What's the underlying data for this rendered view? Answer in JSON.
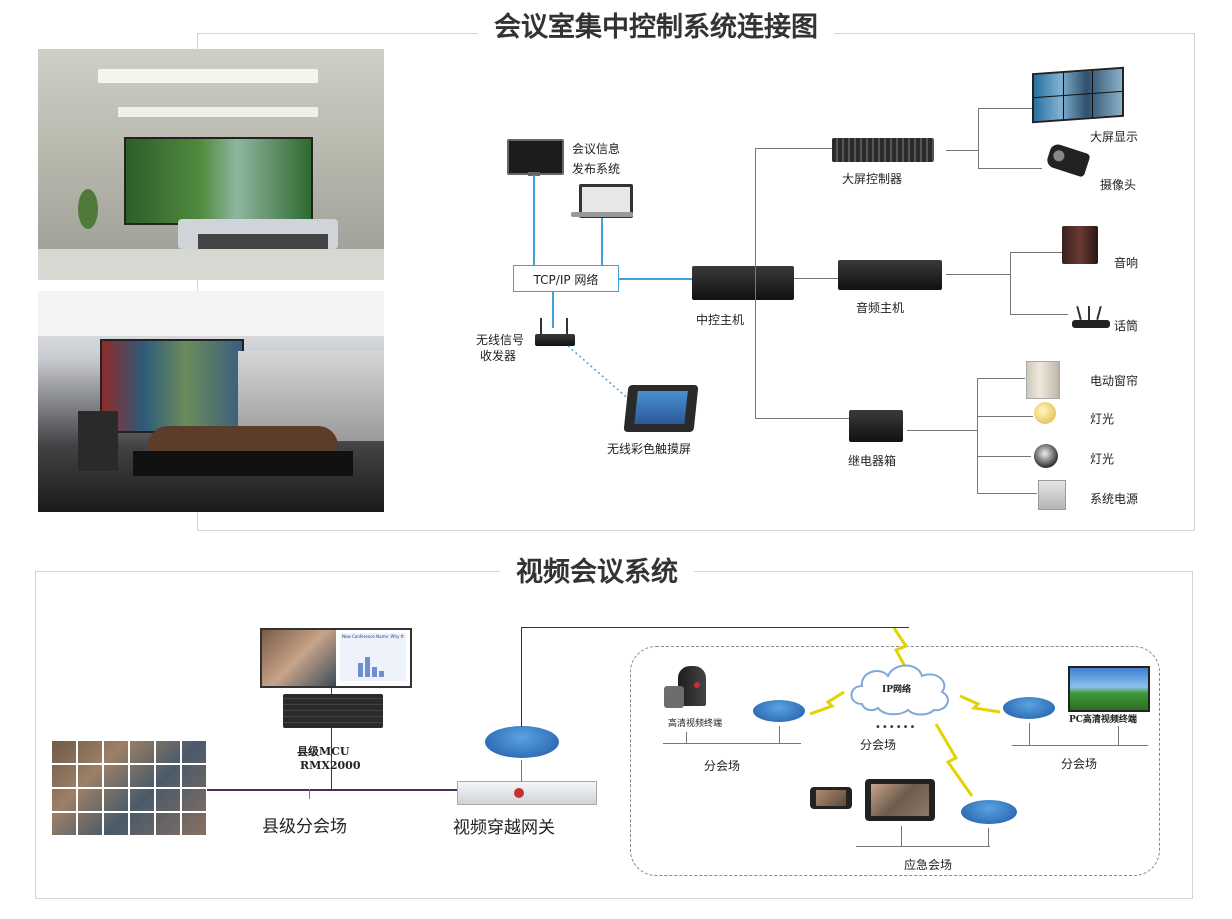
{
  "top": {
    "title": "会议室集中控制系统连接图",
    "tcp_label": "TCP/IP 网络",
    "info_label_1": "会议信息",
    "info_label_2": "发布系统",
    "wireless_label_1": "无线信号",
    "wireless_label_2": "收发器",
    "touch_label": "无线彩色触摸屏",
    "central_label": "中控主机",
    "screen_ctrl_label": "大屏控制器",
    "audio_host_label": "音频主机",
    "relay_label": "继电器箱",
    "big_screen_label": "大屏显示",
    "camera_label": "摄像头",
    "speaker_label": "音响",
    "mic_label": "话筒",
    "curtain_label": "电动窗帘",
    "light1_label": "灯光",
    "light2_label": "灯光",
    "power_label": "系统电源"
  },
  "bottom": {
    "title": "视频会议系统",
    "mcu_label_1": "县级MCU",
    "mcu_label_2": "RMX2000",
    "county_site_label": "县级分会场",
    "gateway_label": "视频穿越网关",
    "hd_terminal_label": "高清视频终端",
    "branch_left_label": "分会场",
    "ip_net_label": "IP网络",
    "branch_center_label": "分会场",
    "pc_terminal_label": "PC高清视频终端",
    "branch_right_label": "分会场",
    "emergency_label": "应急会场",
    "monitor_screen_title": "New Conference Name: Why the Video"
  },
  "colors": {
    "network_line": "#3ea3d8",
    "connector_line": "#777777",
    "purple_line": "#4b2a63",
    "router_blue": "#2d6fc0",
    "lightning": "#e3d400"
  }
}
